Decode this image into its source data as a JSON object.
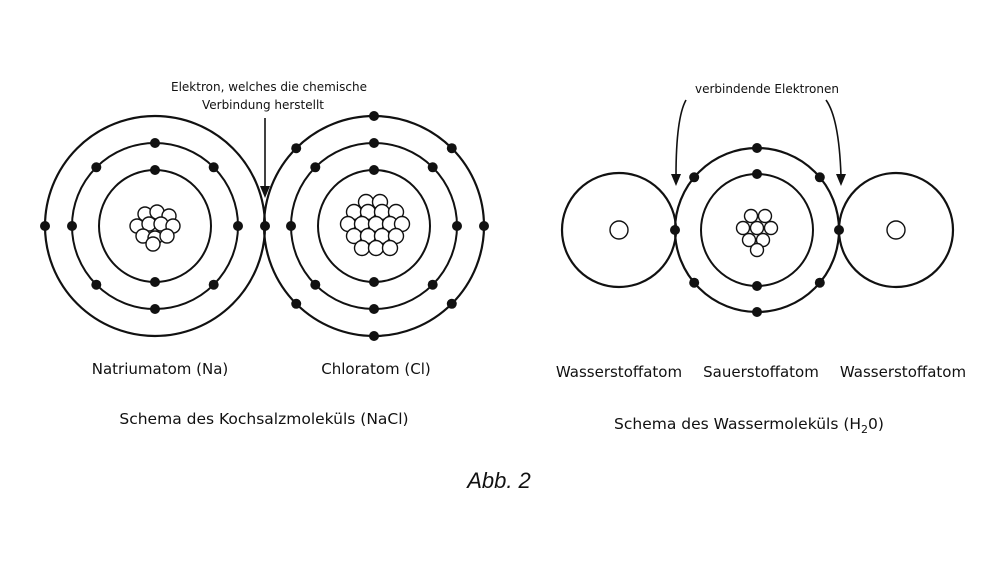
{
  "annotations": {
    "na_cl_electron_line1": "Elektron, welches die chemische",
    "na_cl_electron_line2": "Verbindung herstellt",
    "h2o_electrons": "verbindende Elektronen"
  },
  "labels": {
    "sodium": "Natriumatom (Na)",
    "chlorine": "Chloratom (Cl)",
    "hydrogen_left": "Wasserstoffatom",
    "oxygen": "Sauerstoffatom",
    "hydrogen_right": "Wasserstoffatom"
  },
  "titles": {
    "nacl": "Schema des Kochsalzmoleküls (NaCl)",
    "h2o_prefix": "Schema des Wassermoleküls (H",
    "h2o_sub": "2",
    "h2o_suffix": "0)"
  },
  "figure_label": "Abb. 2",
  "colors": {
    "ink": "#111111",
    "paper": "#ffffff"
  }
}
